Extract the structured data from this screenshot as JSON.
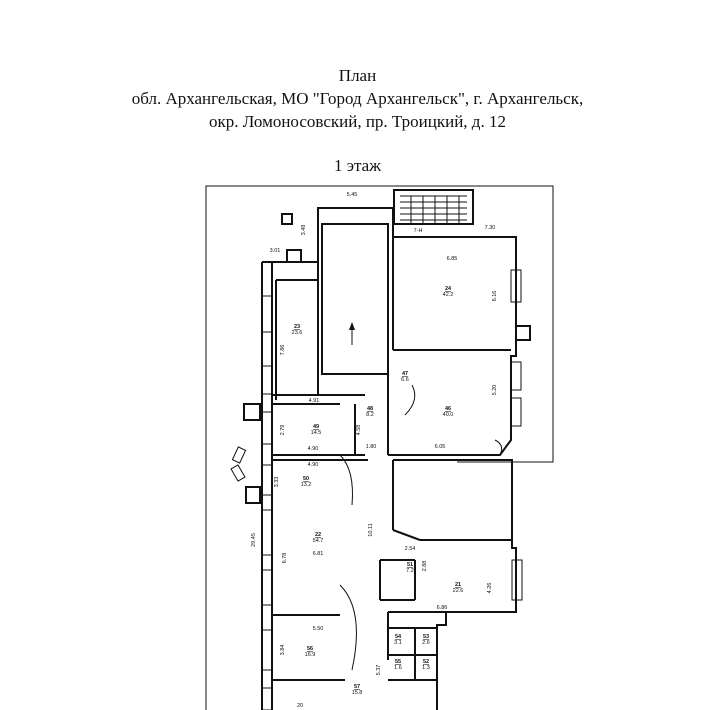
{
  "header": {
    "line1": "План",
    "line2": "обл. Архангельская, МО \"Город Архангельск\", г. Архангельск,",
    "line3": "окр. Ломоносовский, пр. Троицкий, д. 12"
  },
  "floor": {
    "label": "1 этаж"
  },
  "rooms": [
    {
      "number": "24",
      "area": "42.2"
    },
    {
      "number": "23",
      "area": "23.6"
    },
    {
      "number": "47",
      "area": "6.6"
    },
    {
      "number": "48",
      "area": "8.2"
    },
    {
      "number": "46",
      "area": "40.0"
    },
    {
      "number": "49",
      "area": "14.5"
    },
    {
      "number": "50",
      "area": "13.2"
    },
    {
      "number": "22",
      "area": "54.7"
    },
    {
      "number": "51",
      "area": "7.2"
    },
    {
      "number": "21",
      "area": "22.6"
    },
    {
      "number": "54",
      "area": "3.1"
    },
    {
      "number": "53",
      "area": "2.6"
    },
    {
      "number": "55",
      "area": "1.6"
    },
    {
      "number": "52",
      "area": "1.3"
    },
    {
      "number": "56",
      "area": "16.9"
    },
    {
      "number": "57",
      "area": "15.8"
    }
  ],
  "dimensions": [
    "5.45",
    "3.48",
    "7.30",
    "7-Н",
    "3.01",
    "6.85",
    "6.16",
    "7.86",
    "4.91",
    "2.79",
    "4.90",
    "4.58",
    "1.80",
    "6.05",
    "5.20",
    "4.90",
    "3.33",
    "29.45",
    "10.11",
    "6.78",
    "6.81",
    "2.54",
    "2.88",
    "4.26",
    "6.86",
    "5.50",
    "3.84",
    "5.37",
    "20"
  ]
}
